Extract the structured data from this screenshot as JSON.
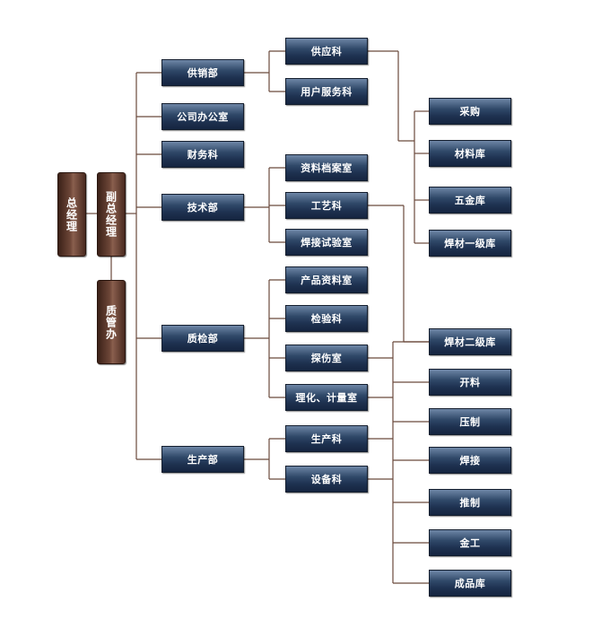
{
  "nodes": {
    "zjl": "总经理",
    "fzjl": "副总经理",
    "zgb": "质管办",
    "gxb": "供销部",
    "gsbgs": "公司办公室",
    "cwk": "财务科",
    "jsb": "技术部",
    "zjb": "质检部",
    "scb": "生产部",
    "gyk": "供应科",
    "yhfwk": "用户服务科",
    "zldas": "资料档案室",
    "gyk2": "工艺科",
    "hjsys": "焊接试验室",
    "cpzls": "产品资料室",
    "jyk": "检验科",
    "tss": "探伤室",
    "lhjls": "理化、计量室",
    "sck": "生产科",
    "sbk": "设备科",
    "cg": "采购",
    "clk": "材料库",
    "wjk": "五金库",
    "hcyjk": "焊材一级库",
    "hcejk": "焊材二级库",
    "kl": "开料",
    "yz": "压制",
    "hj": "焊接",
    "tz": "推制",
    "jg": "金工",
    "cpk": "成品库"
  },
  "line_color": "#6b4a3c"
}
